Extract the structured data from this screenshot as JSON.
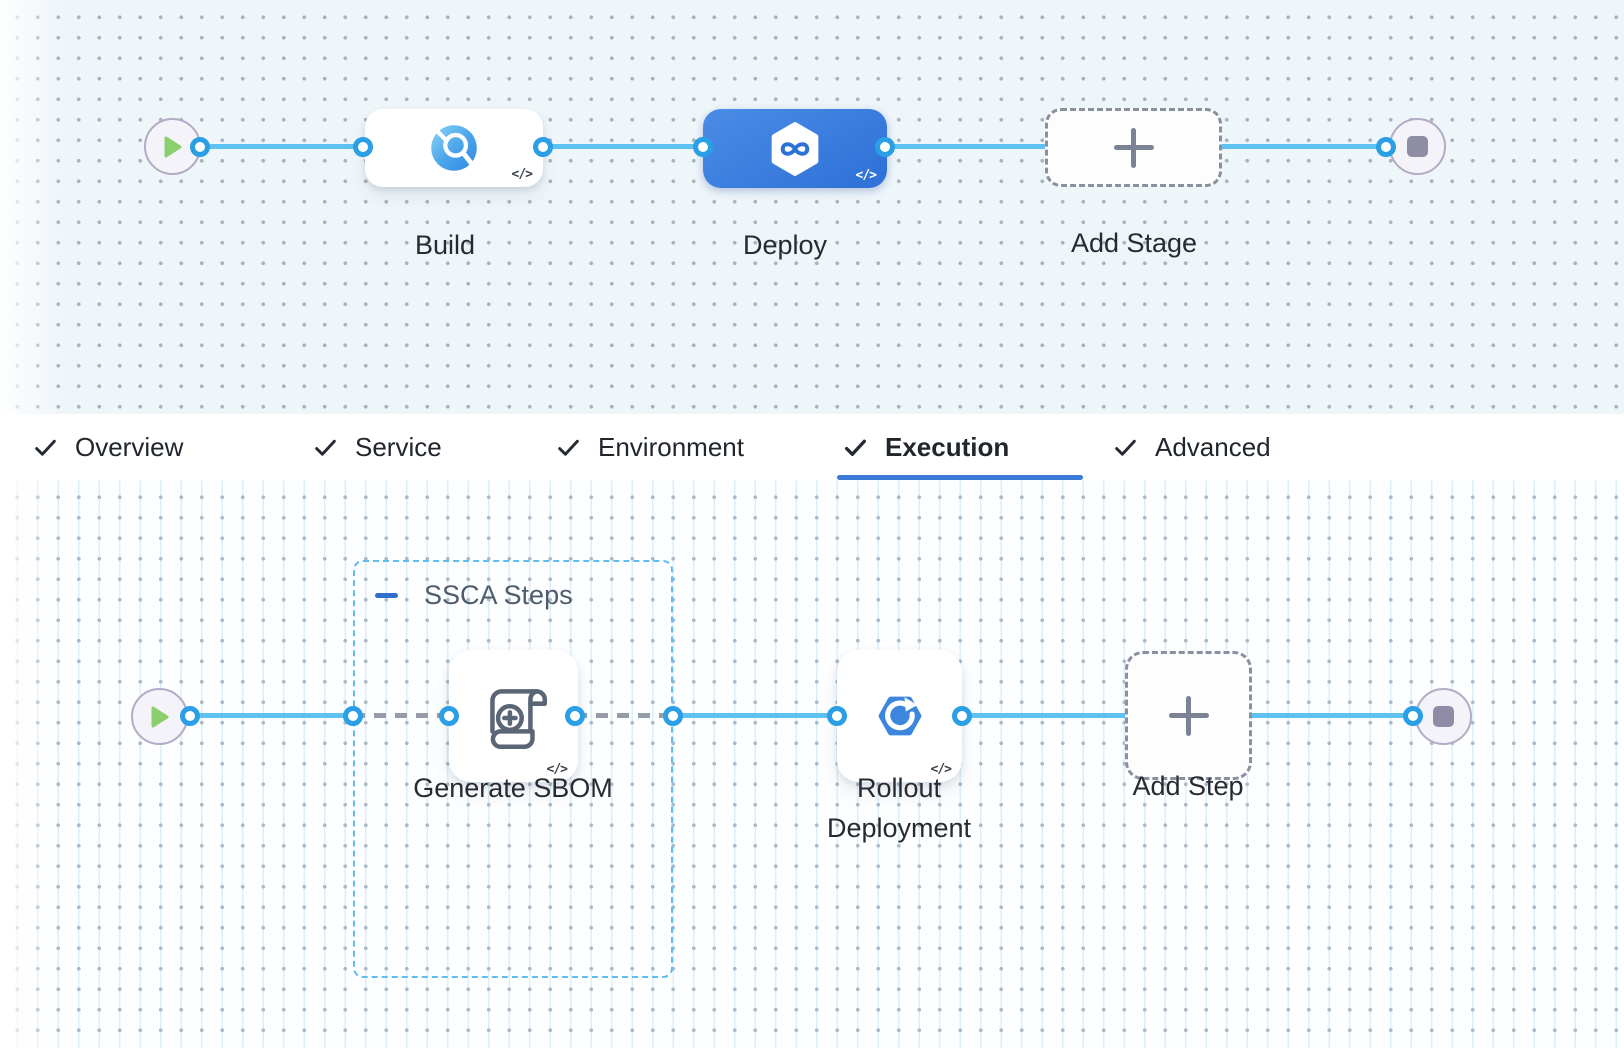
{
  "stage_pipeline": {
    "code_badge": "</>",
    "nodes": [
      {
        "label": "Build",
        "icon": "ci-build-icon",
        "selected": false
      },
      {
        "label": "Deploy",
        "icon": "cd-deploy-icon",
        "selected": true
      },
      {
        "label": "Add Stage",
        "icon": "plus-icon",
        "selected": false
      }
    ],
    "start": {
      "icon": "play-icon"
    },
    "end": {
      "icon": "stop-icon"
    }
  },
  "tabs": {
    "active": "Execution",
    "items": [
      {
        "label": "Overview",
        "checked": true
      },
      {
        "label": "Service",
        "checked": true
      },
      {
        "label": "Environment",
        "checked": true
      },
      {
        "label": "Execution",
        "checked": true
      },
      {
        "label": "Advanced",
        "checked": true
      }
    ]
  },
  "execution": {
    "code_badge": "</>",
    "group": {
      "label": "SSCA Steps",
      "icon": "collapse-minus-icon"
    },
    "steps": [
      {
        "label": "Generate SBOM",
        "icon": "sbom-scroll-icon"
      },
      {
        "label_line1": "Rollout",
        "label_line2": "Deployment",
        "icon": "rollout-restart-icon"
      },
      {
        "label": "Add Step",
        "icon": "plus-icon"
      }
    ],
    "start": {
      "icon": "play-icon"
    },
    "end": {
      "icon": "stop-icon"
    }
  },
  "colors": {
    "connector_blue": "#5ec2f1",
    "connector_dash_gray": "#979da8",
    "port_blue": "#2b9fe5",
    "selected_stage_gradient_start": "#4a8ce6",
    "selected_stage_gradient_end": "#2d70d7",
    "active_tab_underline": "#3b7ad6",
    "group_border_blue": "#5fbdee",
    "canvas_top_bg": "#eff6fa",
    "canvas_bottom_bg": "#fdfeff",
    "play_green": "#8cd06e",
    "stop_gray": "#8f8ca6"
  }
}
